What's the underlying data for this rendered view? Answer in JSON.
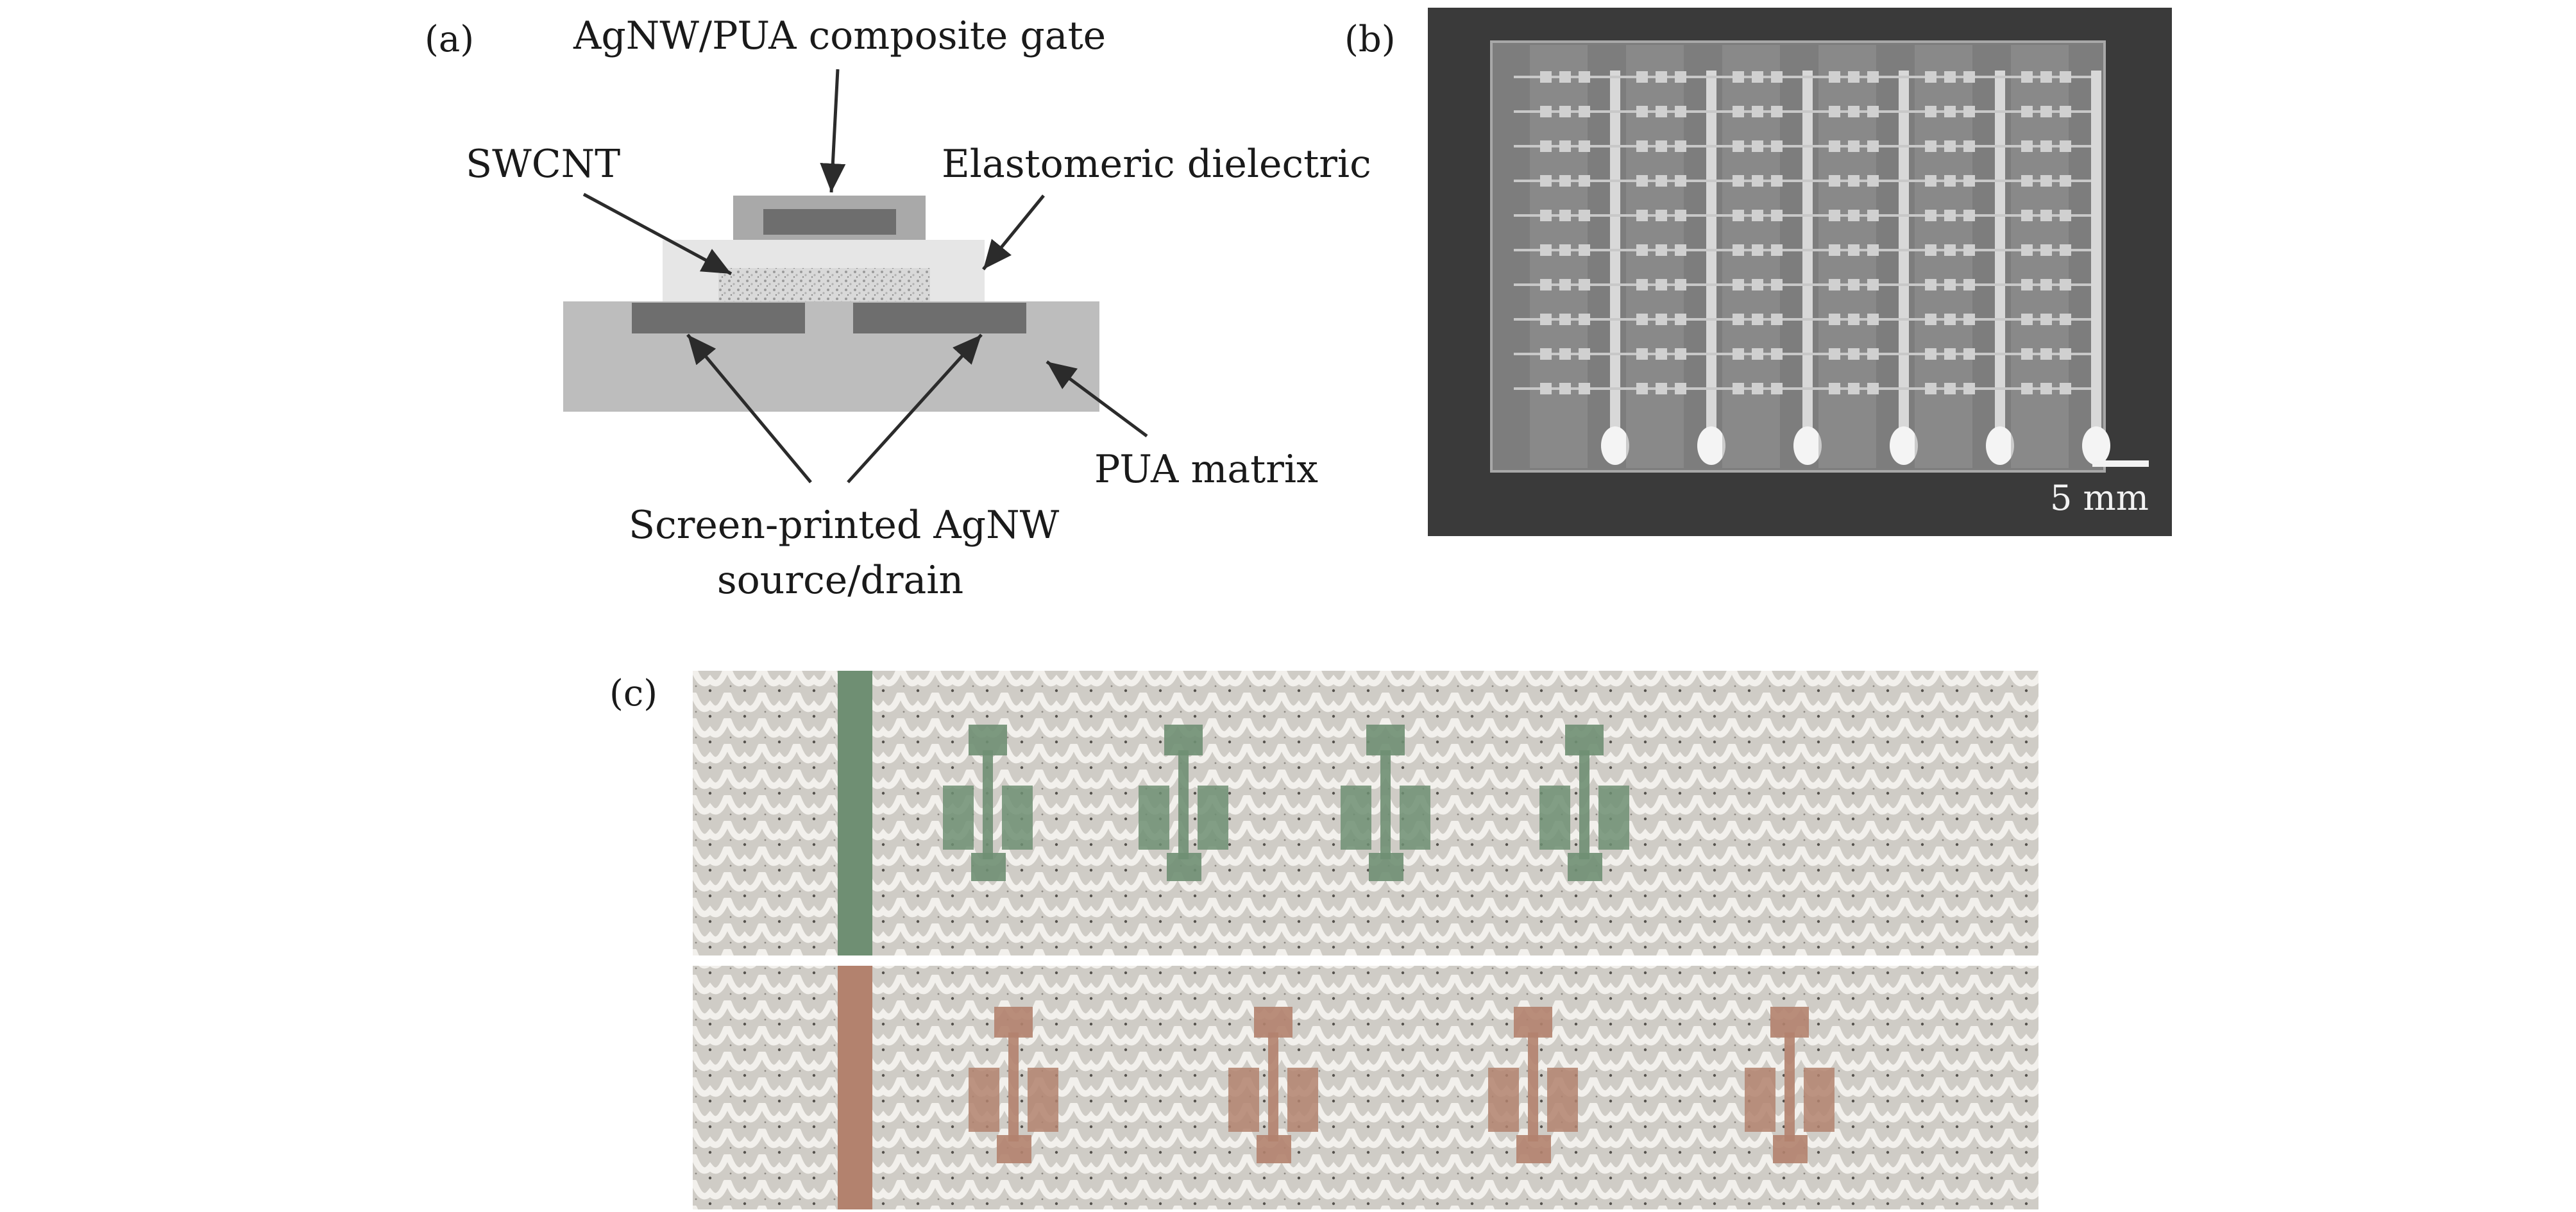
{
  "panels": {
    "a": {
      "label": "(a)",
      "callouts": {
        "gate": "AgNW/PUA composite gate",
        "swcnt": "SWCNT",
        "dielectric": "Elastomeric dielectric",
        "matrix": "PUA matrix",
        "source_drain_line1": "Screen-printed AgNW",
        "source_drain_line2": "source/drain"
      },
      "colors": {
        "matrix": "#bdbdbd",
        "dielectric": "#e6e6e6",
        "gate_frame": "#a9a9a9",
        "gate_electrode": "#6e6e6e",
        "source_drain": "#6e6e6e",
        "swcnt": "#cfcfcf",
        "arrow": "#2b2b2b"
      }
    },
    "b": {
      "label": "(b)",
      "scale_bar": "5 mm",
      "colors": {
        "background": "#3a3a3a",
        "film": "#7d7d7d",
        "lines": "#cfcfcf"
      }
    },
    "c": {
      "label": "(c)",
      "colors": {
        "fabric": "#d8d6d1",
        "stitch": "#eeece8",
        "green_device": "#6f8f73",
        "red_device": "#b3826e"
      }
    }
  }
}
